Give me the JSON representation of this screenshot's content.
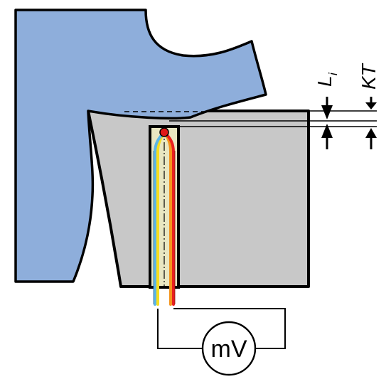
{
  "labels": {
    "li_main": "L",
    "li_sub": "i",
    "kt": "KT",
    "meter": "mV"
  },
  "colors": {
    "tool": "#8eaedb",
    "workpiece": "#c8c8c8",
    "insulation": "#e9e7c2",
    "wire_yellow": "#f5de1e",
    "wire_cyan": "#5bb6e6",
    "wire_orange": "#f4941d",
    "wire_red": "#e8201e",
    "junction": "#e01818",
    "outline": "#000000"
  }
}
